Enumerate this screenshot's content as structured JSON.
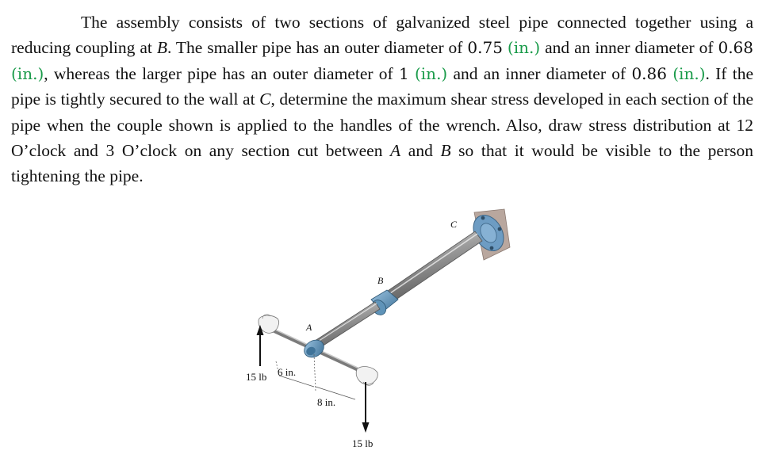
{
  "problem": {
    "t1": "The assembly consists of two sections of galvanized steel pipe connected together using a reducing coupling at ",
    "pt_B1": "B",
    "t2": ". The smaller pipe has an outer diameter of ",
    "d1": "0.75",
    "t3": " and an inner diameter of ",
    "d2": "0.68",
    "t4": ", whereas the larger pipe has an outer diameter of ",
    "d3": "1",
    "t5": " and an inner diameter of ",
    "d4": "0.86",
    "t6": ". If the pipe is tightly secured to the wall at ",
    "pt_C": "C",
    "t7": ", determine the maximum shear stress developed in each section of the pipe when the couple shown is applied to the handles of the wrench. Also, draw stress distribution at 12 O’clock and 3 O’clock on any section cut between ",
    "pt_A": "A",
    "t8": " and ",
    "pt_B2": "B",
    "t9": " so that it would be visible to the person tightening the pipe.",
    "unit": "(in.)"
  },
  "figure": {
    "label_C": "C",
    "label_B": "B",
    "label_A": "A",
    "force_left": "15 lb",
    "force_right": "15 lb",
    "dim_6": "6 in.",
    "dim_8": "8 in.",
    "colors": {
      "pipe": "#9a9a9a",
      "coupling": "#5f93b8",
      "wall_plate": "#b9a79e",
      "flange": "#6d9cc3"
    }
  }
}
